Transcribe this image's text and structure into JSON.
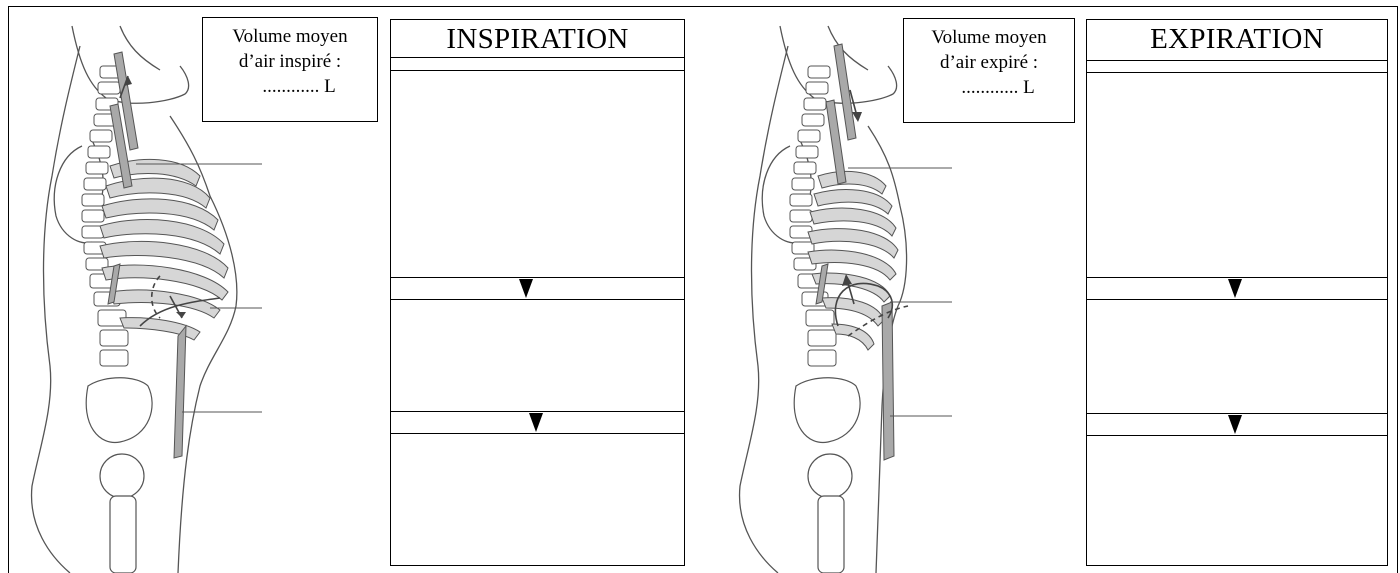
{
  "inspiration": {
    "volume_box": {
      "line1": "Volume moyen",
      "line2": "d’air inspiré :",
      "line3": "............ L"
    },
    "table_title": "INSPIRATION"
  },
  "expiration": {
    "volume_box": {
      "line1": "Volume moyen",
      "line2": "d’air expiré :",
      "line3": "............ L"
    },
    "table_title": "EXPIRATION"
  },
  "colors": {
    "line": "#000000",
    "muscle": "#a9a9a9",
    "bone_fill": "#d6d6d6",
    "outline": "#555555"
  }
}
